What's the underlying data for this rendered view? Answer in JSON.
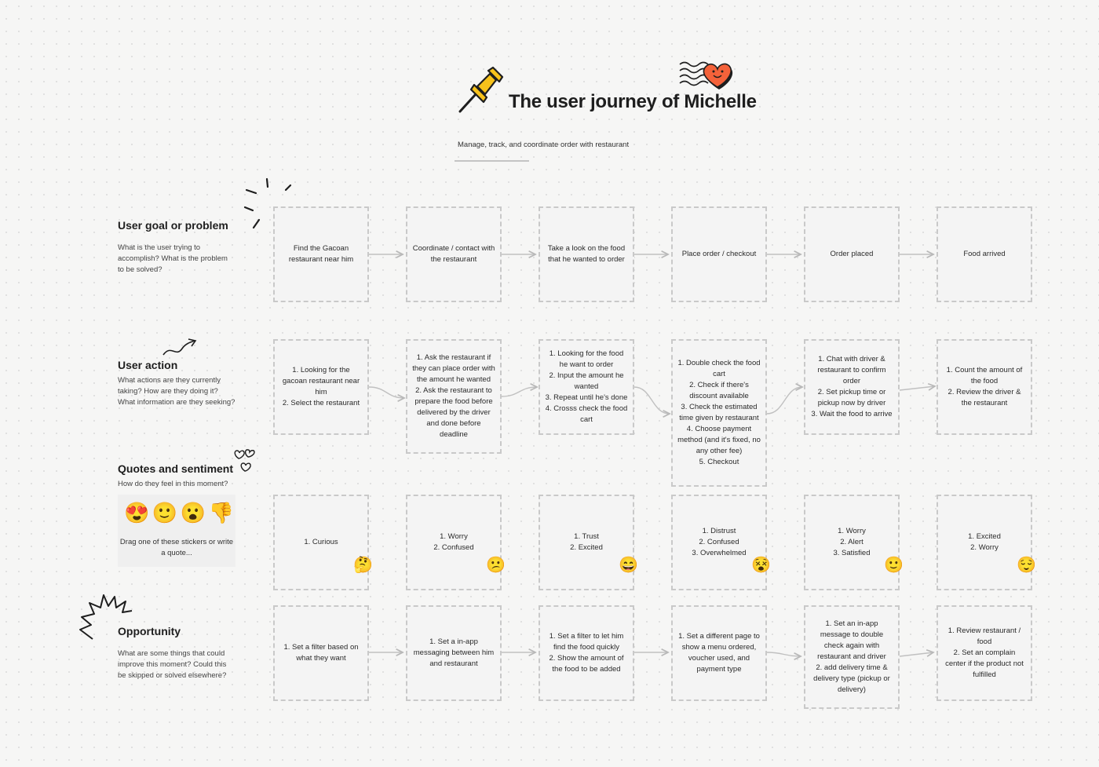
{
  "header": {
    "title": "The user journey of Michelle",
    "subtitle": "Manage, track, and coordinate order with restaurant",
    "pin_icon": "pushpin-icon",
    "heart_icon": "heart-stamp-icon"
  },
  "rows": {
    "goal": {
      "title": "User goal or problem",
      "desc": "What is the user trying to accomplish? What is the problem to be solved?"
    },
    "action": {
      "title": "User action",
      "desc": "What actions are they currently taking? How are they doing it? What information are they seeking?"
    },
    "quotes": {
      "title": "Quotes and sentiment",
      "desc": "How do they feel in this moment?"
    },
    "opportunity": {
      "title": "Opportunity",
      "desc": "What are some things that could improve this moment? Could this be skipped or solved elsewhere?"
    }
  },
  "sticker_palette": {
    "stickers": [
      "😍",
      "🙂",
      "😮",
      "👎"
    ],
    "caption": "Drag one of these stickers or write a quote..."
  },
  "goals": [
    "Find the Gacoan restaurant near him",
    "Coordinate / contact with the restaurant",
    "Take a look on the food that he wanted to order",
    "Place order / checkout",
    "Order placed",
    "Food arrived"
  ],
  "actions": [
    "1. Looking for the gacoan restaurant near him\n2. Select the restaurant",
    "1. Ask the restaurant if they can place order with the amount he wanted\n2. Ask the restaurant to prepare the food before delivered by the driver and done before deadline",
    "1. Looking for the food he want to order\n2. Input the amount he wanted\n3. Repeat until he's done\n4. Crosss check the food cart",
    "1. Double check the food cart\n2. Check if there's discount available\n3. Check the estimated time given by restaurant\n4. Choose payment method (and it's fixed, no any other fee)\n5. Checkout",
    "1. Chat with driver & restaurant to confirm order\n2. Set pickup time or pickup now by driver\n3. Wait the food to arrive",
    "1. Count the amount of the food\n2. Review the driver & the restaurant"
  ],
  "sentiments": [
    {
      "text": "1. Curious",
      "emoji": "🤔"
    },
    {
      "text": "1. Worry\n2. Confused",
      "emoji": "😕"
    },
    {
      "text": "1. Trust\n2. Excited",
      "emoji": "😄"
    },
    {
      "text": "1. Distrust\n2. Confused\n3. Overwhelmed",
      "emoji": "😵"
    },
    {
      "text": "1. Worry\n2. Alert\n3. Satisfied",
      "emoji": "🙂"
    },
    {
      "text": "1. Excited\n2. Worry",
      "emoji": "😌"
    }
  ],
  "opportunities": [
    "1. Set a filter based on what they want",
    "1. Set a in-app messaging between him and restaurant",
    "1. Set a filter to let him find the food quickly\n2. Show the amount of the food to be added",
    "1. Set a different page to show a menu ordered, voucher used, and payment type",
    "1. Set an in-app message to double check again with restaurant and driver\n2. add delivery time & delivery type (pickup or delivery)",
    "1. Review restaurant / food\n2. Set an complain center if the product not fulfilled"
  ]
}
